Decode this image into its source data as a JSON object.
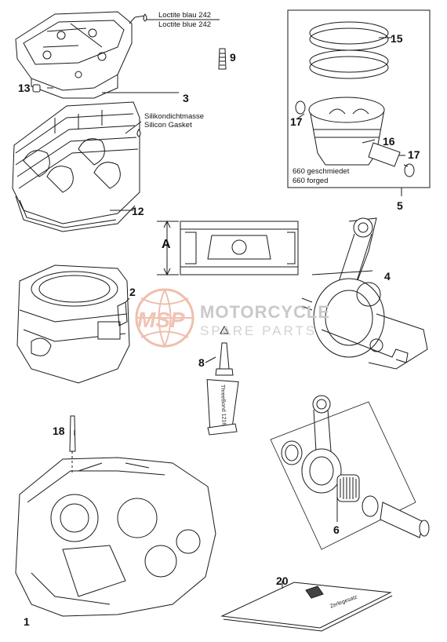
{
  "callouts": {
    "p1": "1",
    "p2": "2",
    "p3": "3",
    "p4": "4",
    "p5": "5",
    "p6": "6",
    "p8": "8",
    "p9": "9",
    "p12": "12",
    "p13": "13",
    "p15": "15",
    "p16": "16",
    "p17a": "17",
    "p17b": "17",
    "p18": "18",
    "p20": "20",
    "dim_a": "A"
  },
  "notes": {
    "loctite_de": "Loctite blau 242",
    "loctite_en": "Loctite blue 242",
    "gasket_de": "Silikondichtmasse",
    "gasket_en": "Silicon Gasket",
    "piston_de": "660 geschmiedet",
    "piston_en": "660 forged"
  },
  "watermark": {
    "logo": "MSP",
    "title": "MOTORCYCLE",
    "subtitle": "SPARE PARTS"
  },
  "tube_label": "ThreeBond 1216",
  "manual_label": "Zerlegesatz",
  "colors": {
    "line": "#1a1a1a",
    "watermark_red": "#e8a58c",
    "watermark_gray": "#c8c8c8"
  }
}
